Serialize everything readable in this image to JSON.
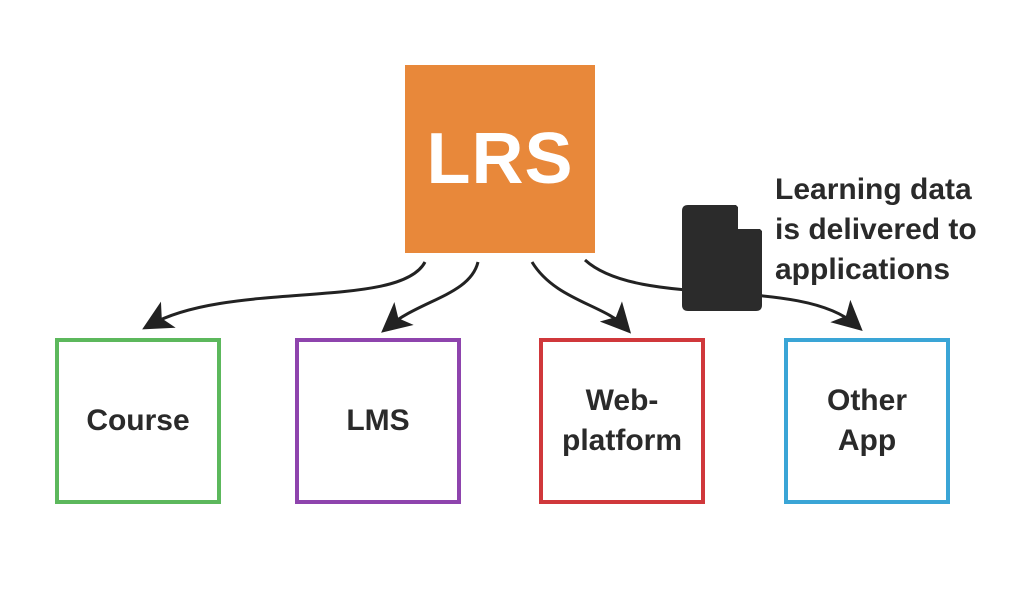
{
  "hub": {
    "label": "LRS",
    "color": "#e8883a"
  },
  "nodes": [
    {
      "label": "Course",
      "color": "#5cb85c"
    },
    {
      "label": "LMS",
      "color": "#8e44ad"
    },
    {
      "label": "Web-\nplatform",
      "color": "#d0383b"
    },
    {
      "label": "Other\nApp",
      "color": "#3aa5d6"
    }
  ],
  "caption": "Learning data\nis delivered to\napplications",
  "icons": {
    "document": "document-icon"
  }
}
